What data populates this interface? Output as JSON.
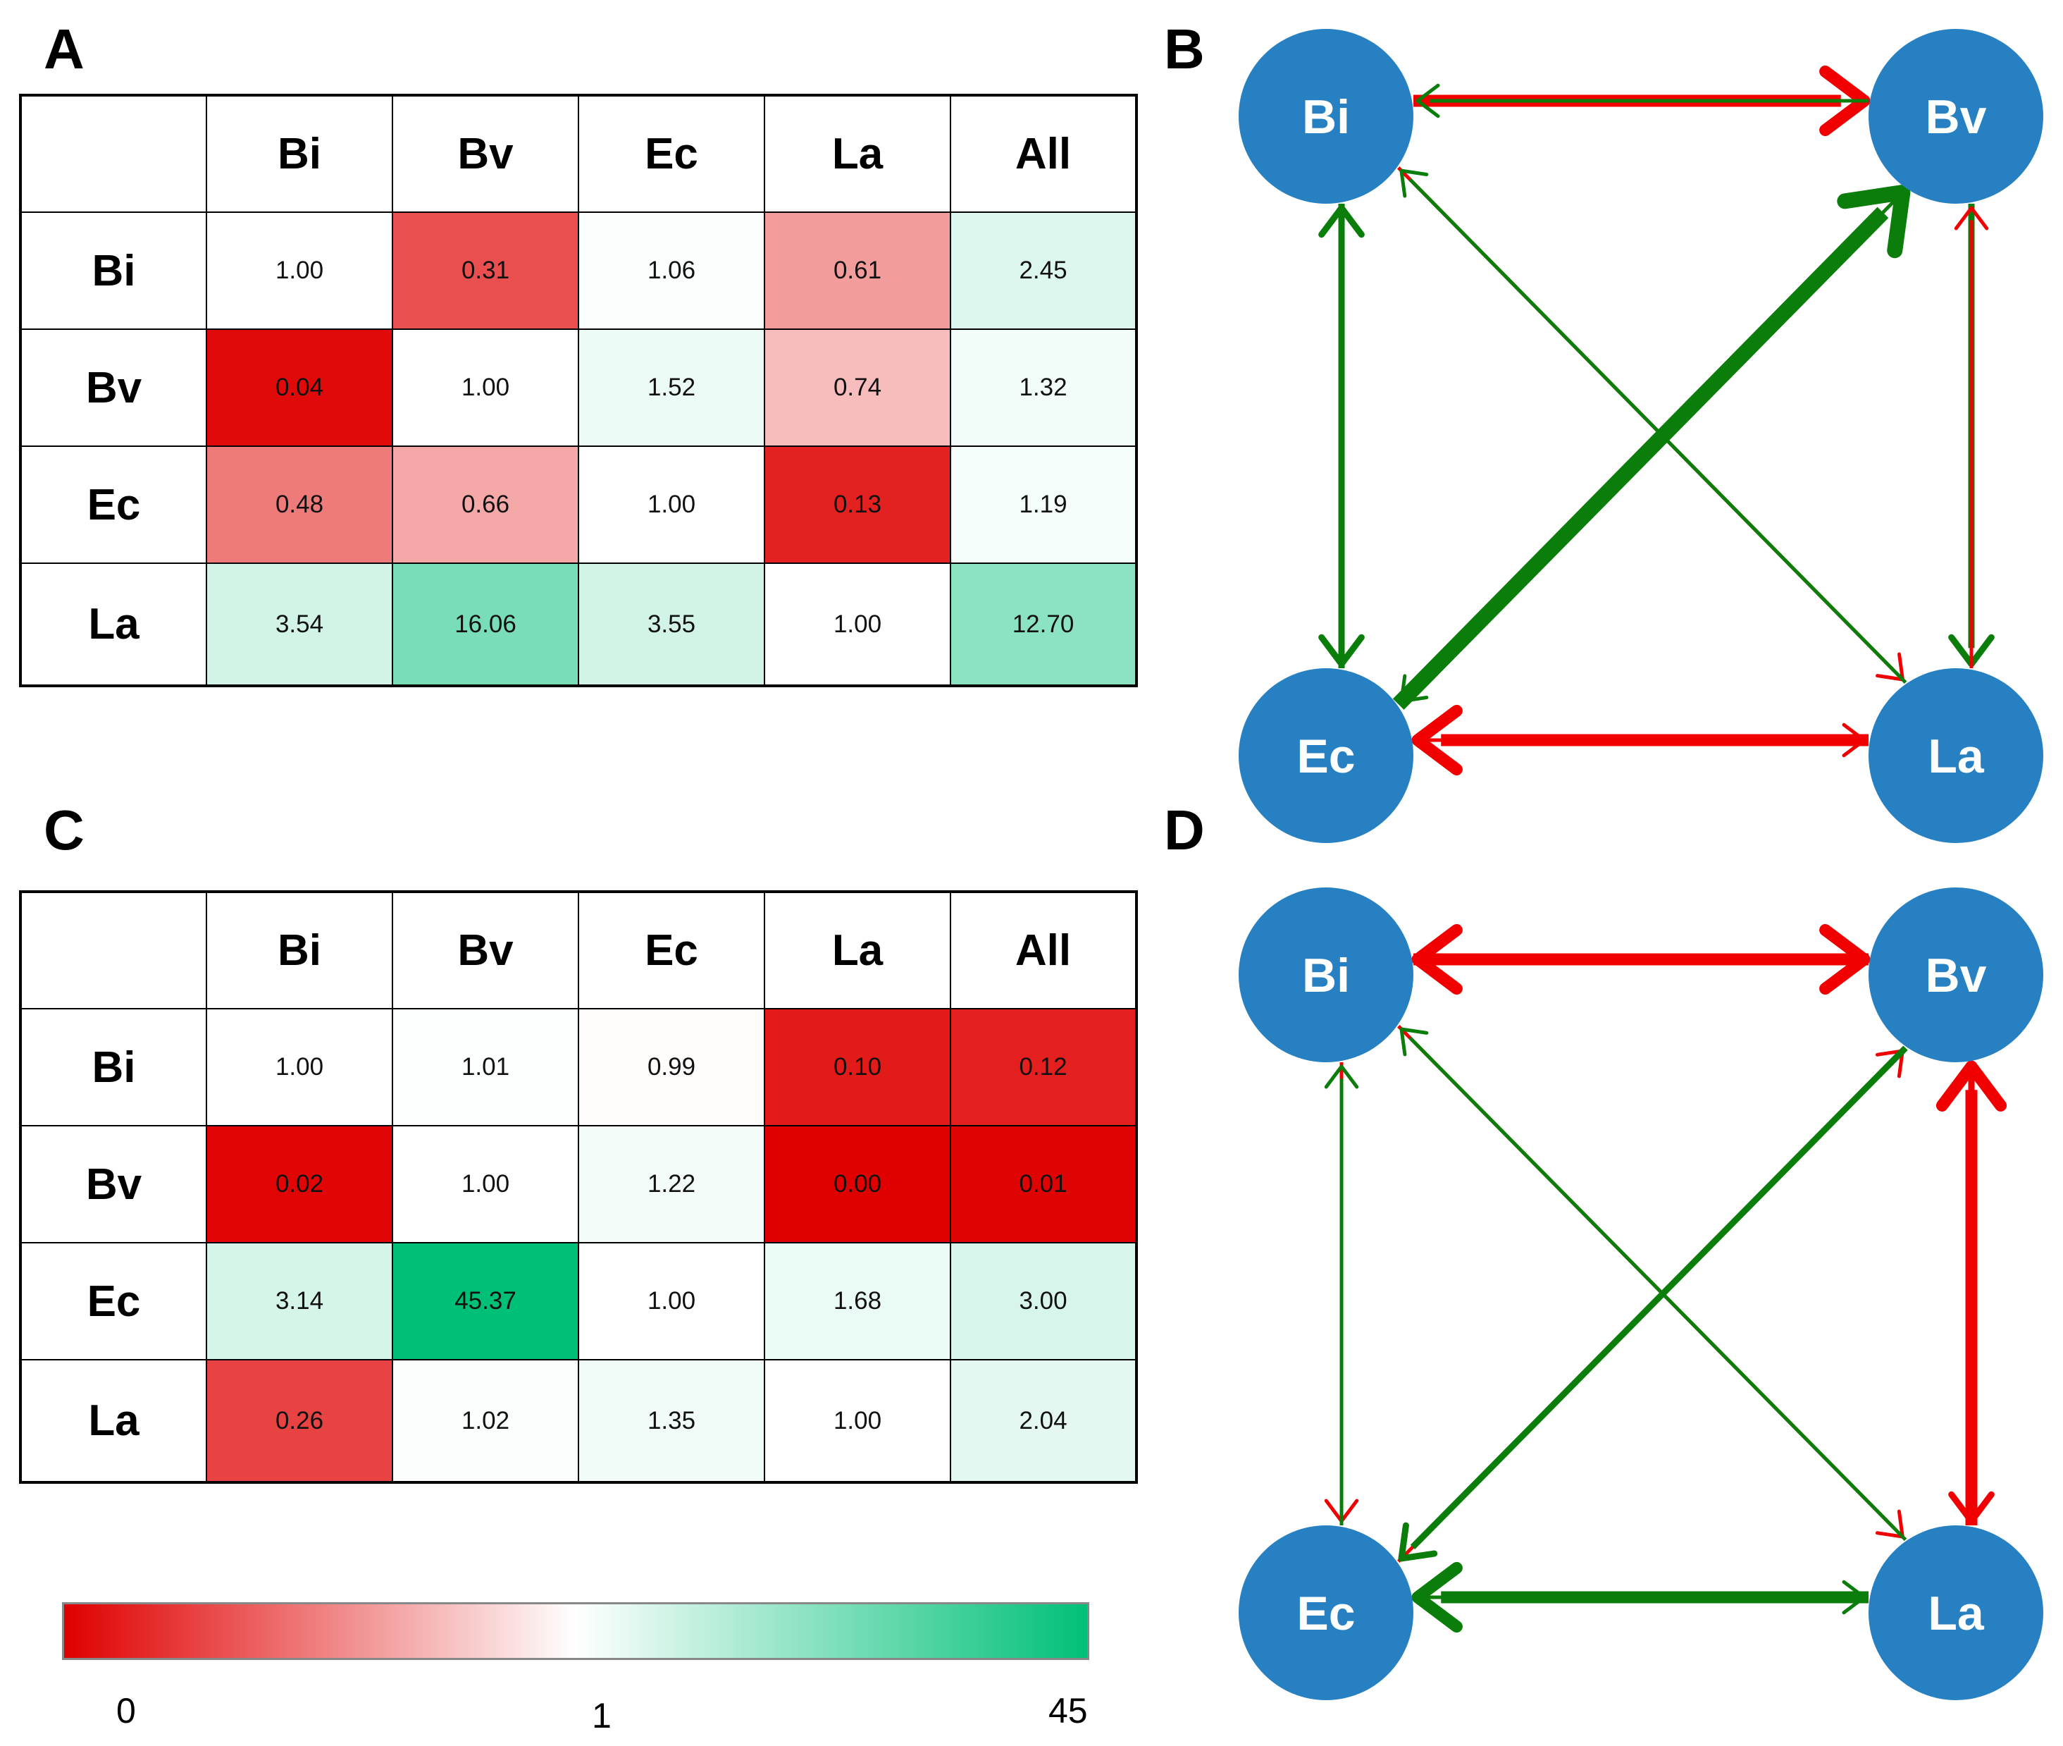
{
  "panels": {
    "a": "A",
    "b": "B",
    "c": "C",
    "d": "D"
  },
  "columns": [
    "Bi",
    "Bv",
    "Ec",
    "La",
    "All"
  ],
  "rows": [
    "Bi",
    "Bv",
    "Ec",
    "La"
  ],
  "table_a": [
    [
      "1.00",
      "0.31",
      "1.06",
      "0.61",
      "2.45"
    ],
    [
      "0.04",
      "1.00",
      "1.52",
      "0.74",
      "1.32"
    ],
    [
      "0.48",
      "0.66",
      "1.00",
      "0.13",
      "1.19"
    ],
    [
      "3.54",
      "16.06",
      "3.55",
      "1.00",
      "12.70"
    ]
  ],
  "table_c": [
    [
      "1.00",
      "1.01",
      "0.99",
      "0.10",
      "0.12"
    ],
    [
      "0.02",
      "1.00",
      "1.22",
      "0.00",
      "0.01"
    ],
    [
      "3.14",
      "45.37",
      "1.00",
      "1.68",
      "3.00"
    ],
    [
      "0.26",
      "1.02",
      "1.35",
      "1.00",
      "2.04"
    ]
  ],
  "legend": {
    "min": "0",
    "mid": "1",
    "max": "45"
  },
  "colors": {
    "negative": "#e00000",
    "positive": "#00c078",
    "node": "#2680c2",
    "red_arrow": "#f00000",
    "green_arrow": "#0a7d0a"
  },
  "nodes": [
    "Bi",
    "Bv",
    "Ec",
    "La"
  ],
  "network_b": [
    {
      "from": "Bi",
      "to": "Bv",
      "color": "red",
      "weight": 3
    },
    {
      "from": "Bv",
      "to": "Bi",
      "color": "green",
      "weight": 1
    },
    {
      "from": "Bi",
      "to": "Ec",
      "color": "green",
      "weight": 2
    },
    {
      "from": "Ec",
      "to": "Bi",
      "color": "green",
      "weight": 2
    },
    {
      "from": "Bv",
      "to": "La",
      "color": "green",
      "weight": 2
    },
    {
      "from": "La",
      "to": "Bv",
      "color": "red",
      "weight": 1
    },
    {
      "from": "Ec",
      "to": "La",
      "color": "red",
      "weight": 1
    },
    {
      "from": "La",
      "to": "Ec",
      "color": "red",
      "weight": 3
    },
    {
      "from": "Bi",
      "to": "La",
      "color": "red",
      "weight": 1
    },
    {
      "from": "La",
      "to": "Bi",
      "color": "green",
      "weight": 1
    },
    {
      "from": "Ec",
      "to": "Bv",
      "color": "green",
      "weight": 4
    },
    {
      "from": "Bv",
      "to": "Ec",
      "color": "green",
      "weight": 1
    }
  ],
  "network_d": [
    {
      "from": "Bi",
      "to": "Bv",
      "color": "red",
      "weight": 3
    },
    {
      "from": "Bv",
      "to": "Bi",
      "color": "red",
      "weight": 3
    },
    {
      "from": "Bi",
      "to": "Ec",
      "color": "red",
      "weight": 1
    },
    {
      "from": "Ec",
      "to": "Bi",
      "color": "green",
      "weight": 1
    },
    {
      "from": "Bv",
      "to": "La",
      "color": "red",
      "weight": 2
    },
    {
      "from": "La",
      "to": "Bv",
      "color": "red",
      "weight": 3
    },
    {
      "from": "Ec",
      "to": "La",
      "color": "green",
      "weight": 1
    },
    {
      "from": "La",
      "to": "Ec",
      "color": "green",
      "weight": 3
    },
    {
      "from": "Bi",
      "to": "La",
      "color": "red",
      "weight": 1
    },
    {
      "from": "La",
      "to": "Bi",
      "color": "green",
      "weight": 1
    },
    {
      "from": "Ec",
      "to": "Bv",
      "color": "red",
      "weight": 1
    },
    {
      "from": "Bv",
      "to": "Ec",
      "color": "green",
      "weight": 2
    }
  ]
}
